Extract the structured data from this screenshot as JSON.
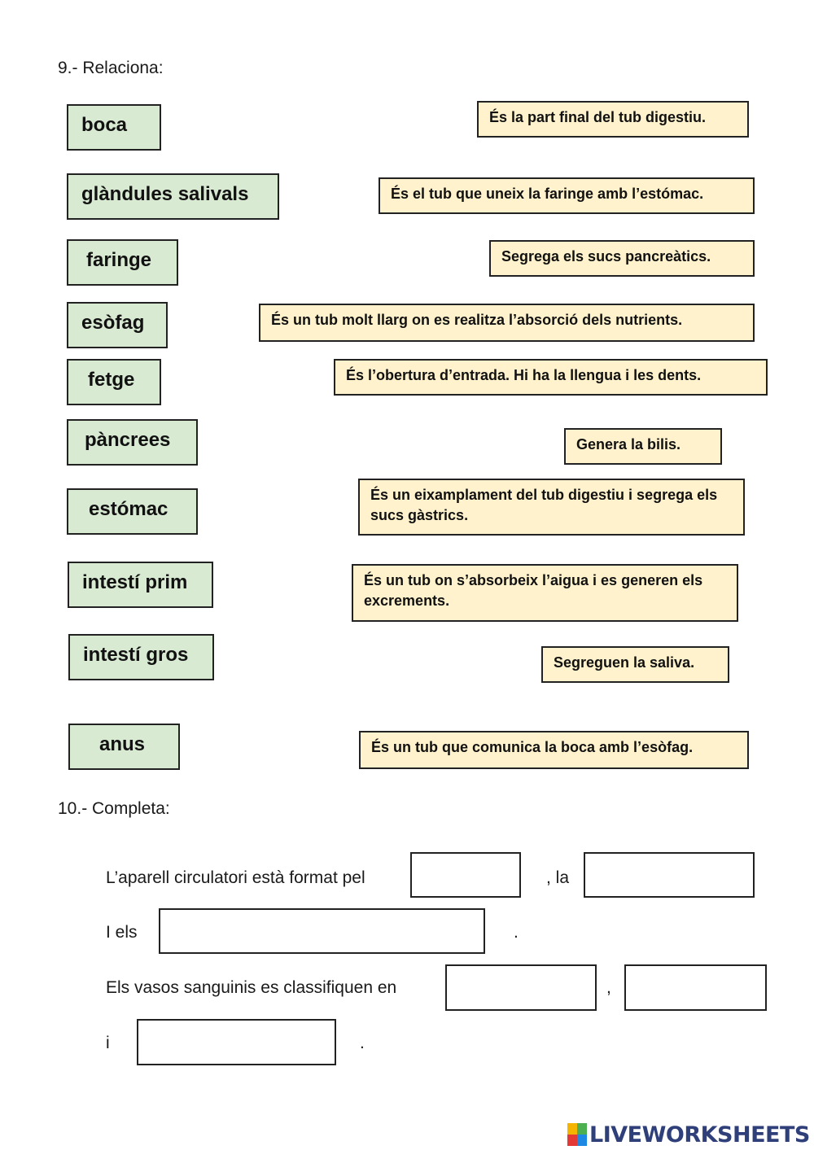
{
  "exercise9": {
    "heading": "9.- Relaciona:",
    "terms": [
      "boca",
      "glàndules salivals",
      "faringe",
      "esòfag",
      "fetge",
      "pàncrees",
      "estómac",
      "intestí prim",
      "intestí gros",
      "anus"
    ],
    "definitions": [
      "És la part final del tub digestiu.",
      "És el tub que uneix la faringe amb l’estómac.",
      "Segrega els sucs pancreàtics.",
      "És un tub molt llarg on es realitza l’absorció dels nutrients.",
      "És l’obertura d’entrada. Hi ha la llengua i les dents.",
      "Genera la bilis.",
      "És un eixamplament del tub digestiu i segrega els sucs gàstrics.",
      "És un tub on s’absorbeix l’aigua i es generen els excrements.",
      "Segreguen la saliva.",
      "És un tub que comunica la boca amb l’esòfag."
    ],
    "colors": {
      "term_bg": "#d9ead3",
      "definition_bg": "#fff2cc",
      "border": "#222222"
    }
  },
  "exercise10": {
    "heading": "10.- Completa:",
    "sentence1_a": "L’aparell circulatori està format pel",
    "sentence1_b": ", la",
    "sentence2_a": "I els",
    "sentence2_b": ".",
    "sentence3_a": "Els vasos sanguinis es classifiquen en",
    "sentence3_b": ",",
    "sentence4_a": "i",
    "sentence4_b": ".",
    "blanks": [
      "",
      "",
      "",
      "",
      "",
      ""
    ]
  },
  "footer": {
    "logo_text": "LIVEWORKSHEETS",
    "logo_icon": "liveworksheets-logo-icon",
    "logo_colors": [
      "#f4b400",
      "#4caf50",
      "#e53935",
      "#1e88e5"
    ]
  }
}
